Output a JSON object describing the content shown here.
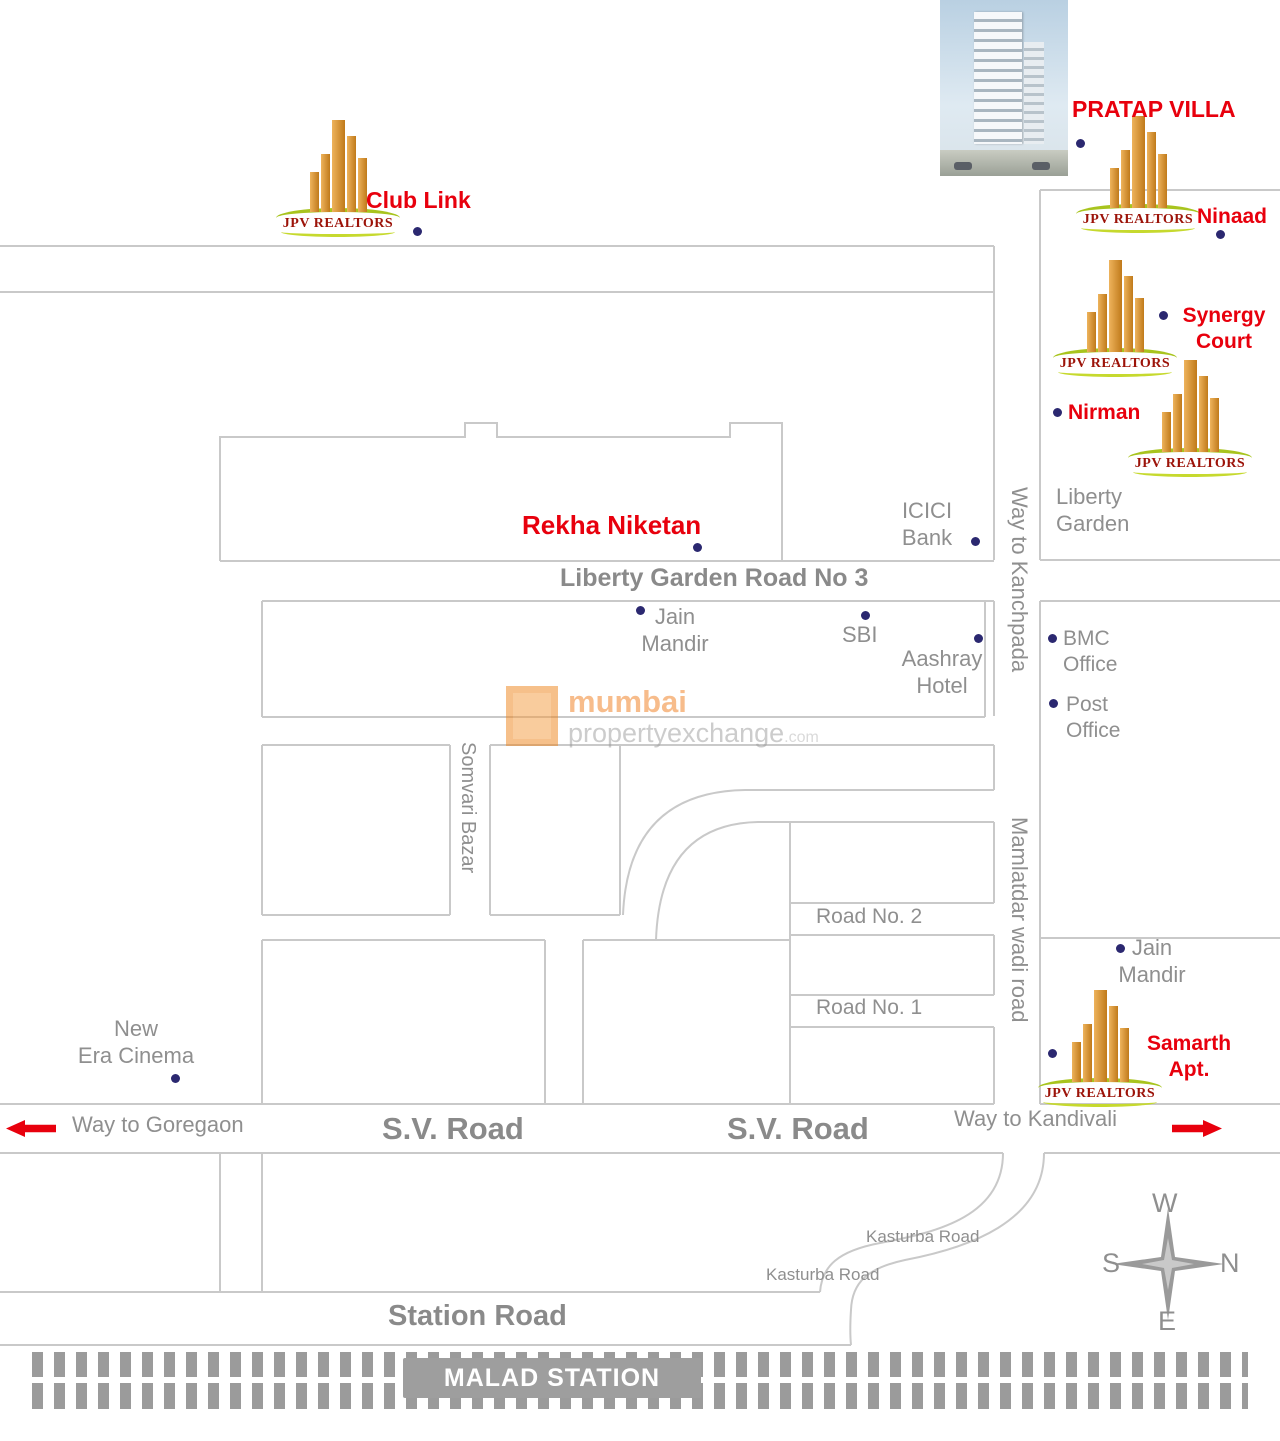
{
  "brand": {
    "realtor": "JPV REALTORS"
  },
  "projects": {
    "pratap_villa": "PRATAP VILLA",
    "club_link": "Club Link",
    "ninaad": "Ninaad",
    "synergy_court_line1": "Synergy",
    "synergy_court_line2": "Court",
    "nirman": "Nirman",
    "rekha_niketan": "Rekha Niketan",
    "samarth_line1": "Samarth",
    "samarth_line2": "Apt."
  },
  "landmarks": {
    "icici_line1": "ICICI",
    "icici_line2": "Bank",
    "liberty_garden_line1": "Liberty",
    "liberty_garden_line2": "Garden",
    "jain_mandir_north_line1": "Jain",
    "jain_mandir_north_line2": "Mandir",
    "sbi": "SBI",
    "aashray_line1": "Aashray",
    "aashray_line2": "Hotel",
    "bmc_line1": "BMC",
    "bmc_line2": "Office",
    "post_line1": "Post",
    "post_line2": "Office",
    "jain_mandir_south_line1": "Jain",
    "jain_mandir_south_line2": "Mandir",
    "new_era_line1": "New",
    "new_era_line2": "Era Cinema"
  },
  "roads": {
    "liberty_garden_road": "Liberty Garden Road No 3",
    "way_to_kanchpada": "Way to Kanchpada",
    "mamlatdar_wadi": "Mamlatdar wadi road",
    "somvari_bazar": "Somvari Bazar",
    "road_no_2": "Road No. 2",
    "road_no_1": "Road No. 1",
    "sv_road_west": "S.V. Road",
    "sv_road_east": "S.V. Road",
    "way_to_goregaon": "Way to Goregaon",
    "way_to_kandivali": "Way to Kandivali",
    "kasturba_upper": "Kasturba Road",
    "kasturba_lower": "Kasturba Road",
    "station_road": "Station Road"
  },
  "station": {
    "malad": "MALAD STATION"
  },
  "compass": {
    "west": "W",
    "south": "S",
    "north": "N",
    "east": "E"
  },
  "watermark": {
    "brand": "mumbai",
    "domain": "propertyexchange",
    "tld": ".com"
  },
  "colors": {
    "accent_red": "#e8000d",
    "label_gray": "#8f8f8f",
    "road_line_gray": "#c9c9c9",
    "marker_navy": "#2b2870",
    "logo_orange": "#d98e2b",
    "logo_green": "#a8c41e",
    "logo_maroon": "#9c1309",
    "railway_gray": "#9b9b9b"
  }
}
